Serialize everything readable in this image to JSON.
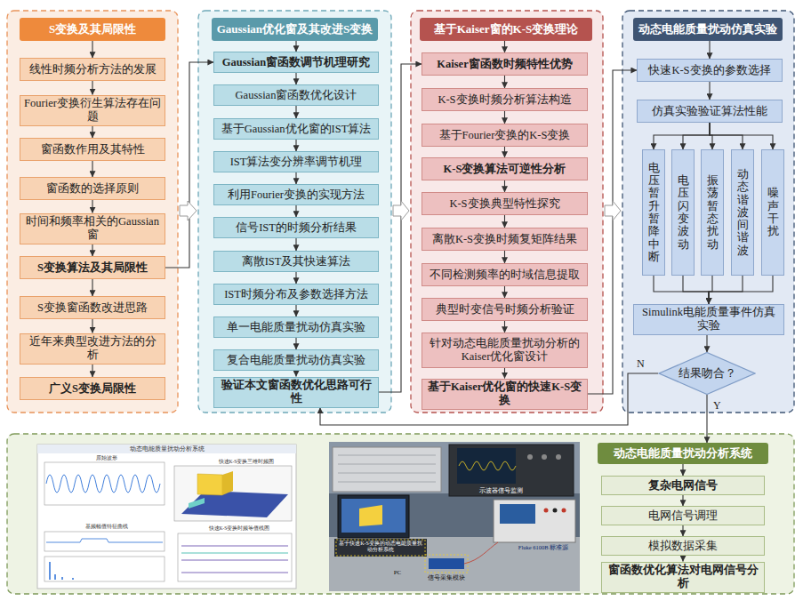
{
  "diagram": {
    "nodes": [
      {
        "text": [
          "S变换及其局限性"
        ]
      },
      {
        "text": [
          "线性时频分析方法的发展"
        ]
      },
      {
        "text": [
          "Fourier变换衍生算法存在问题"
        ]
      },
      {
        "text": [
          "窗函数作用及其特性"
        ]
      },
      {
        "text": [
          "窗函数的选择原则"
        ]
      },
      {
        "text": [
          "时间和频率相关的Gaussian窗"
        ]
      },
      {
        "text": [
          "S变换算法及其局限性"
        ]
      },
      {
        "text": [
          "S变换窗函数改进思路"
        ]
      },
      {
        "text": [
          "近年来典型改进方法的分析"
        ]
      },
      {
        "text": [
          "广义S变换局限性"
        ]
      },
      {
        "text": [
          "Gaussian优化窗及其改进S变换"
        ]
      },
      {
        "text": [
          "Gaussian窗函数调节机理研究"
        ]
      },
      {
        "text": [
          "Gaussian窗函数优化设计"
        ]
      },
      {
        "text": [
          "基于Gaussian优化窗的IST算法"
        ]
      },
      {
        "text": [
          "IST算法变分辨率调节机理"
        ]
      },
      {
        "text": [
          "利用Fourier变换的实现方法"
        ]
      },
      {
        "text": [
          "信号IST的时频分析结果"
        ]
      },
      {
        "text": [
          "离散IST及其快速算法"
        ]
      },
      {
        "text": [
          "IST时频分布及参数选择方法"
        ]
      },
      {
        "text": [
          "单一电能质量扰动仿真实验"
        ]
      },
      {
        "text": [
          "复合电能质量扰动仿真实验"
        ]
      },
      {
        "text": [
          "验证本文窗函数优化思路可行性"
        ]
      },
      {
        "text": [
          "基于Kaiser窗的K-S变换理论"
        ]
      },
      {
        "text": [
          "Kaiser窗函数时频特性优势"
        ]
      },
      {
        "text": [
          "K-S变换时频分析算法构造"
        ]
      },
      {
        "text": [
          "基于Fourier变换的K-S变换"
        ]
      },
      {
        "text": [
          "K-S变换算法可逆性分析"
        ]
      },
      {
        "text": [
          "K-S变换典型特性探究"
        ]
      },
      {
        "text": [
          "离散K-S变换时频复矩阵结果"
        ]
      },
      {
        "text": [
          "不同检测频率的时域信息提取"
        ]
      },
      {
        "text": [
          "典型时变信号时频分析验证"
        ]
      },
      {
        "text": [
          "针对动态电能质量扰动分析的Kaiser优化窗设计"
        ]
      },
      {
        "text": [
          "基于Kaiser优化窗的快速K-S变换"
        ]
      },
      {
        "text": [
          "动态电能质量扰动仿真实验"
        ]
      },
      {
        "text": [
          "快速K-S变换的参数选择"
        ]
      },
      {
        "text": [
          "仿真实验验证算法性能"
        ]
      },
      {
        "text": [
          "电压暂升暂降中断"
        ]
      },
      {
        "text": [
          "电压闪变波动"
        ]
      },
      {
        "text": [
          "振荡暂态扰动"
        ]
      },
      {
        "text": [
          "动态谐波间谐波"
        ]
      },
      {
        "text": [
          "噪声干扰"
        ]
      },
      {
        "text": [
          "Simulink电能质量事件仿真实验"
        ]
      },
      {
        "text": [
          "结果吻合？"
        ]
      },
      {
        "text": [
          "动态电能质量扰动分析系统"
        ]
      },
      {
        "text": [
          "复杂电网信号"
        ]
      },
      {
        "text": [
          "电网信号调理"
        ]
      },
      {
        "text": [
          "模拟数据采集"
        ]
      },
      {
        "text": [
          "窗函数优化算法对电网信号分析"
        ]
      }
    ],
    "edges": [
      {
        "from": 0,
        "to": 1,
        "arrow": "to"
      },
      {
        "from": 1,
        "to": 2,
        "arrow": "to"
      },
      {
        "from": 2,
        "to": 3,
        "arrow": "to"
      },
      {
        "from": 3,
        "to": 4,
        "arrow": "to"
      },
      {
        "from": 4,
        "to": 5,
        "arrow": "to"
      },
      {
        "from": 5,
        "to": 6,
        "arrow": "to"
      },
      {
        "from": 6,
        "to": 7,
        "arrow": "to"
      },
      {
        "from": 7,
        "to": 8,
        "arrow": "to"
      },
      {
        "from": 8,
        "to": 9,
        "arrow": "to"
      },
      {
        "from": 10,
        "to": 11,
        "arrow": "to"
      },
      {
        "from": 11,
        "to": 12,
        "arrow": "to"
      },
      {
        "from": 12,
        "to": 13,
        "arrow": "to"
      },
      {
        "from": 13,
        "to": 14,
        "arrow": "to"
      },
      {
        "from": 14,
        "to": 15,
        "arrow": "to"
      },
      {
        "from": 15,
        "to": 16,
        "arrow": "to"
      },
      {
        "from": 16,
        "to": 17,
        "arrow": "to"
      },
      {
        "from": 17,
        "to": 18,
        "arrow": "to"
      },
      {
        "from": 18,
        "to": 19,
        "arrow": "to"
      },
      {
        "from": 19,
        "to": 20,
        "arrow": "to"
      },
      {
        "from": 20,
        "to": 21,
        "arrow": "to"
      },
      {
        "from": 22,
        "to": 23,
        "arrow": "to"
      },
      {
        "from": 23,
        "to": 24,
        "arrow": "to"
      },
      {
        "from": 24,
        "to": 25,
        "arrow": "to"
      },
      {
        "from": 25,
        "to": 26,
        "arrow": "to"
      },
      {
        "from": 26,
        "to": 27,
        "arrow": "to"
      },
      {
        "from": 27,
        "to": 28,
        "arrow": "to"
      },
      {
        "from": 28,
        "to": 29,
        "arrow": "to"
      },
      {
        "from": 29,
        "to": 30,
        "arrow": "to"
      },
      {
        "from": 30,
        "to": 31,
        "arrow": "to"
      },
      {
        "from": 31,
        "to": 32,
        "arrow": "to"
      },
      {
        "from": 6,
        "to": 11,
        "arrow": "to"
      },
      {
        "from": 21,
        "to": 23,
        "arrow": "to"
      },
      {
        "from": 32,
        "to": 34,
        "arrow": "to"
      },
      {
        "from": 33,
        "to": 34,
        "arrow": "to"
      },
      {
        "from": 34,
        "to": 35,
        "arrow": "to"
      },
      {
        "from": 35,
        "to": 36,
        "arrow": "to"
      },
      {
        "from": 35,
        "to": 37,
        "arrow": "to"
      },
      {
        "from": 35,
        "to": 38,
        "arrow": "to"
      },
      {
        "from": 35,
        "to": 39,
        "arrow": "to"
      },
      {
        "from": 35,
        "to": 40,
        "arrow": "to"
      },
      {
        "from": 36,
        "to": 41,
        "arrow": "to"
      },
      {
        "from": 37,
        "to": 41,
        "arrow": "to"
      },
      {
        "from": 38,
        "to": 41,
        "arrow": "to"
      },
      {
        "from": 39,
        "to": 41,
        "arrow": "to"
      },
      {
        "from": 40,
        "to": 41,
        "arrow": "to"
      },
      {
        "from": 41,
        "to": 42,
        "arrow": "to"
      },
      {
        "from": 42,
        "to": 21,
        "label": "N",
        "arrow": "to"
      },
      {
        "from": 42,
        "to": 43,
        "label": "Y",
        "arrow": "to"
      },
      {
        "from": 43,
        "to": 44,
        "arrow": "to"
      },
      {
        "from": 44,
        "to": 45,
        "arrow": "to"
      },
      {
        "from": 45,
        "to": 46,
        "arrow": "to"
      },
      {
        "from": 46,
        "to": 47,
        "arrow": "to"
      }
    ],
    "labels": [
      "动态电能质量扰动分析系统",
      "原始波形",
      "快速K-S变换三维时频图",
      "基频幅值特征曲线",
      "快速K-S变换时频等值线图",
      "示波器信号监测",
      "基于快速K-S变换的动态电能质量扰动分析系统",
      "PC",
      "信号采集模块",
      "Fluke 6100B 标准源"
    ]
  }
}
